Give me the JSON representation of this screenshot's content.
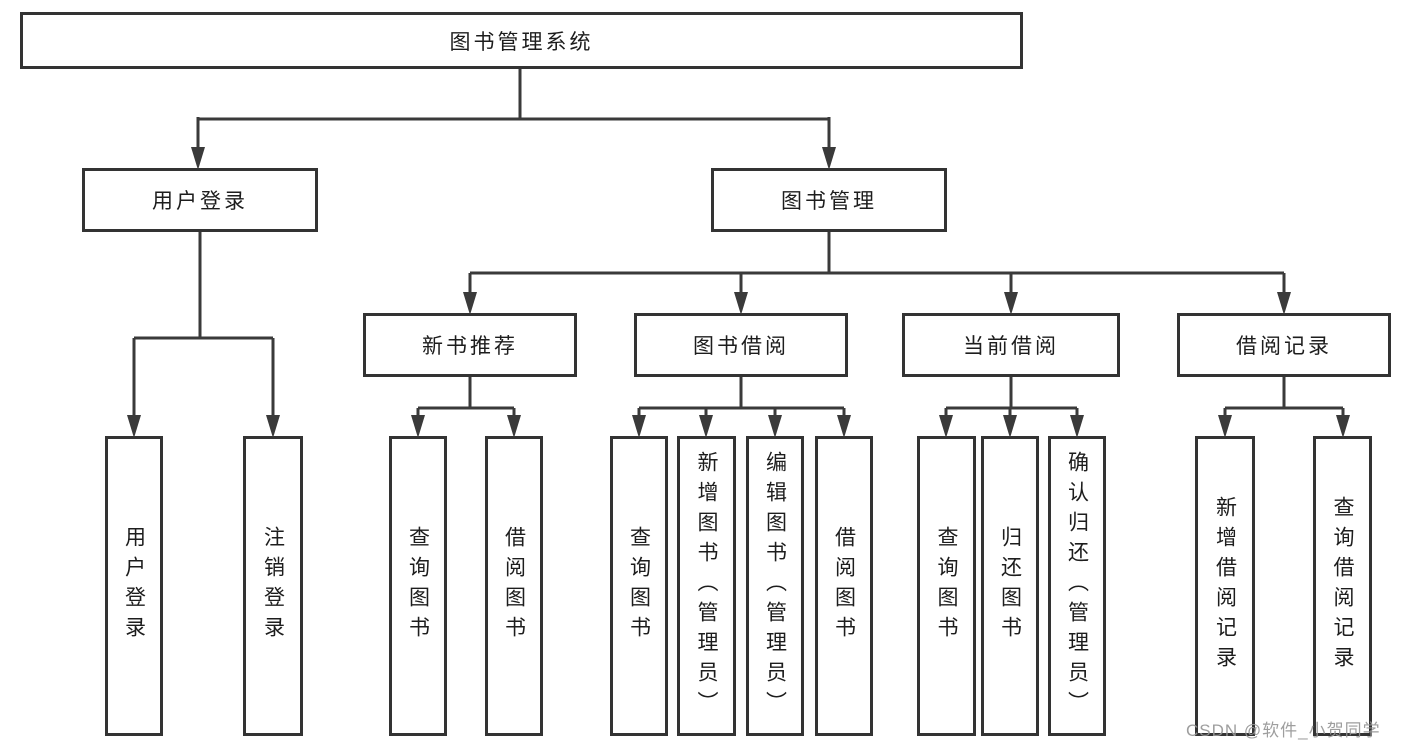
{
  "tree": {
    "label": "图书管理系统",
    "children": [
      {
        "label": "用户登录",
        "children": [
          {
            "label": "用户登录"
          },
          {
            "label": "注销登录"
          }
        ]
      },
      {
        "label": "图书管理",
        "children": [
          {
            "label": "新书推荐",
            "children": [
              {
                "label": "查询图书"
              },
              {
                "label": "借阅图书"
              }
            ]
          },
          {
            "label": "图书借阅",
            "children": [
              {
                "label": "查询图书"
              },
              {
                "label": "新增图书（管理员）"
              },
              {
                "label": "编辑图书（管理员）"
              },
              {
                "label": "借阅图书"
              }
            ]
          },
          {
            "label": "当前借阅",
            "children": [
              {
                "label": "查询图书"
              },
              {
                "label": "归还图书"
              },
              {
                "label": "确认归还（管理员）"
              }
            ]
          },
          {
            "label": "借阅记录",
            "children": [
              {
                "label": "新增借阅记录"
              },
              {
                "label": "查询借阅记录"
              }
            ]
          }
        ]
      }
    ]
  },
  "watermark": {
    "text": "CSDN @软件_小贺同学"
  },
  "colors": {
    "line": "#3a3a3a",
    "border": "#333333",
    "text": "#1d1d1d",
    "watermark": "#969696",
    "background": "#ffffff"
  }
}
